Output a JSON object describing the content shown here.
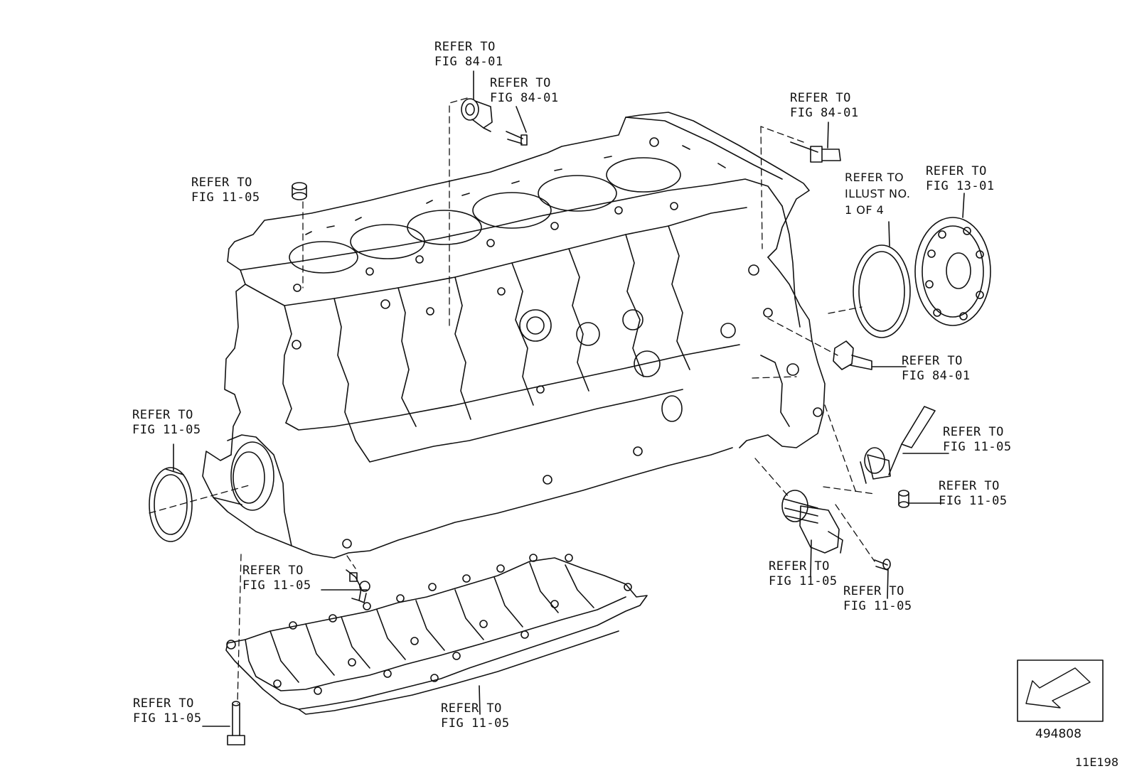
{
  "callouts": [
    {
      "id": "knock-sensor-upper-a",
      "line1": "REFER TO",
      "line2": "FIG 84-01"
    },
    {
      "id": "knock-sensor-upper-b",
      "line1": "REFER TO",
      "line2": "FIG 84-01"
    },
    {
      "id": "sensor-rear-top",
      "line1": "REFER TO",
      "line2": "FIG 84-01"
    },
    {
      "id": "plug-top",
      "line1": "REFER TO",
      "line2": "FIG 11-05"
    },
    {
      "id": "rear-oil-seal",
      "line1": "REFER TO",
      "line2": "ILLUST NO.",
      "line3": "1 OF 4"
    },
    {
      "id": "drive-plate",
      "line1": "REFER TO",
      "line2": "FIG 13-01"
    },
    {
      "id": "sensor-right",
      "line1": "REFER TO",
      "line2": "FIG 84-01"
    },
    {
      "id": "front-oil-seal",
      "line1": "REFER TO",
      "line2": "FIG 11-05"
    },
    {
      "id": "oil-jet-right",
      "line1": "REFER TO",
      "line2": "FIG 11-05"
    },
    {
      "id": "straight-pin-right",
      "line1": "REFER TO",
      "line2": "FIG 11-05"
    },
    {
      "id": "oil-jet-left",
      "line1": "REFER TO",
      "line2": "FIG 11-05"
    },
    {
      "id": "oil-filter-union",
      "line1": "REFER TO",
      "line2": "FIG 11-05"
    },
    {
      "id": "union-bolt",
      "line1": "REFER TO",
      "line2": "FIG 11-05"
    },
    {
      "id": "stud-bolt-bottom",
      "line1": "REFER TO",
      "line2": "FIG 11-05"
    },
    {
      "id": "crankcase",
      "line1": "REFER TO",
      "line2": "FIG 11-05"
    }
  ],
  "front_indicator": {
    "icon": "front-arrow-icon",
    "number": "494808"
  },
  "figure_code": "11E198"
}
